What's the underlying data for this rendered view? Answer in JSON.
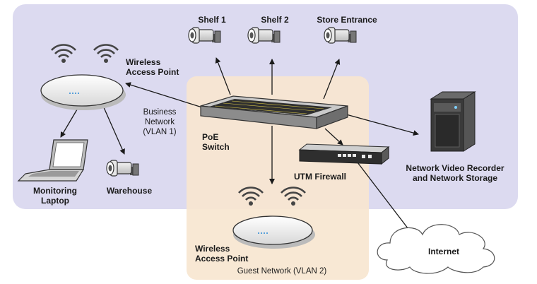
{
  "diagram": {
    "colors": {
      "business_zone": "#dcdaf0",
      "guest_zone": "#f7e6d0",
      "device_light": "#f4f4f4",
      "device_dark": "#3a3a3a",
      "arrow": "#1a1a1a"
    },
    "labels": {
      "shelf1": "Shelf 1",
      "shelf2": "Shelf 2",
      "store_entrance": "Store Entrance",
      "wap_top_line1": "Wireless",
      "wap_top_line2": "Access Point",
      "business_line1": "Business",
      "business_line2": "Network",
      "business_line3": "(VLAN 1)",
      "poe_line1": "PoE",
      "poe_line2": "Switch",
      "nvr_line1": "Network Video Recorder",
      "nvr_line2": "and Network Storage",
      "utm": "UTM Firewall",
      "laptop_line1": "Monitoring",
      "laptop_line2": "Laptop",
      "warehouse": "Warehouse",
      "wap_bottom_line1": "Wireless",
      "wap_bottom_line2": "Access Point",
      "guest": "Guest Network (VLAN 2)",
      "internet": "Internet"
    },
    "icons": [
      "wifi-icon",
      "security-camera-icon",
      "access-point-icon",
      "network-switch-icon",
      "firewall-icon",
      "server-icon",
      "laptop-icon",
      "cloud-icon"
    ]
  }
}
